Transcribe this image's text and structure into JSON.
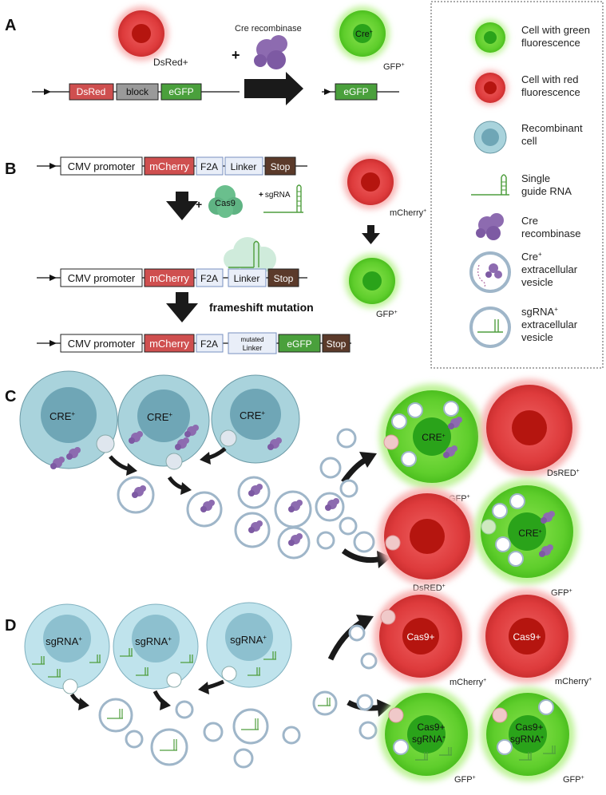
{
  "panels": {
    "a": {
      "letter": "A",
      "dsred_cell_label": "DsRed+",
      "plus": "+",
      "enzyme_label": "Cre recombinase",
      "gfp_cell_inner": "Cre",
      "gfp_cell_inner_sup": "+",
      "gfp_cell_label": "GFP",
      "gfp_cell_label_sup": "+",
      "construct": [
        "DsRed",
        "block",
        "eGFP"
      ],
      "product": [
        "eGFP"
      ]
    },
    "b": {
      "letter": "B",
      "construct1": [
        "CMV promoter",
        "mCherry",
        "F2A",
        "Linker",
        "Stop"
      ],
      "plus1": "+",
      "cas9": "Cas9",
      "plus2": "+",
      "sgrna": "sgRNA",
      "construct2": [
        "CMV promoter",
        "mCherry",
        "F2A",
        "Linker",
        "Stop"
      ],
      "mutation_label": "frameshift mutation",
      "construct3": [
        "CMV promoter",
        "mCherry",
        "F2A",
        "mutated",
        "Linker",
        "eGFP",
        "Stop"
      ],
      "mcherry_cell_label": "mCherry",
      "mcherry_cell_label_sup": "+",
      "gfp_cell_label": "GFP",
      "gfp_cell_label_sup": "+"
    },
    "c": {
      "letter": "C",
      "donor_cells": [
        "CRE",
        "CRE",
        "CRE"
      ],
      "donor_sup": "+",
      "recipient_tl_inner": "CRE",
      "recipient_tl_label": "GFP",
      "recipient_tr_label": "DsRED",
      "recipient_bl_label": "DsRED",
      "recipient_br_inner": "CRE",
      "recipient_br_label": "GFP",
      "sup": "+"
    },
    "d": {
      "letter": "D",
      "donor_cells": [
        "sgRNA",
        "sgRNA",
        "sgRNA"
      ],
      "donor_sup": "+",
      "recipient_tl_inner": "Cas9+",
      "recipient_tl_label": "mCherry",
      "recipient_tr_inner": "Cas9+",
      "recipient_tr_label": "mCherry",
      "recipient_bl_inner1": "Cas9+",
      "recipient_bl_inner2": "sgRNA",
      "recipient_bl_label": "GFP",
      "recipient_br_inner1": "Cas9+",
      "recipient_br_inner2": "sgRNA",
      "recipient_br_label": "GFP",
      "sup": "+"
    }
  },
  "legend": {
    "items": [
      {
        "line1": "Cell with green",
        "line2": "fluorescence",
        "line3": ""
      },
      {
        "line1": "Cell with red",
        "line2": "fluorescence",
        "line3": ""
      },
      {
        "line1": "Recombinant",
        "line2": "cell",
        "line3": ""
      },
      {
        "line1": "Single",
        "line2": "guide RNA",
        "line3": ""
      },
      {
        "line1": "Cre",
        "line2": "recombinase",
        "line3": ""
      },
      {
        "line1": "Cre",
        "line2": "extracellular",
        "line3": "vesicle",
        "sup": "+"
      },
      {
        "line1": "sgRNA",
        "line2": "extracellular",
        "line3": "vesicle",
        "sup": "+"
      }
    ]
  },
  "colors": {
    "green_cell": "#5fce2c",
    "green_nucleus": "#2aa31a",
    "red_cell": "#de3b3c",
    "red_nucleus": "#b5150f",
    "recombinant_cell": "#a9d3dc",
    "recombinant_nucleus": "#6fa6b6",
    "sgrna_cell": "#bfe3ec",
    "cre_protein": "#8d6bb0",
    "sgrna": "#4f9e3e",
    "dsred_box": "#cf4f4f",
    "egfp_box": "#4aa03c",
    "stop_box": "#5b3a2a",
    "block_box": "#9a9a9a"
  }
}
